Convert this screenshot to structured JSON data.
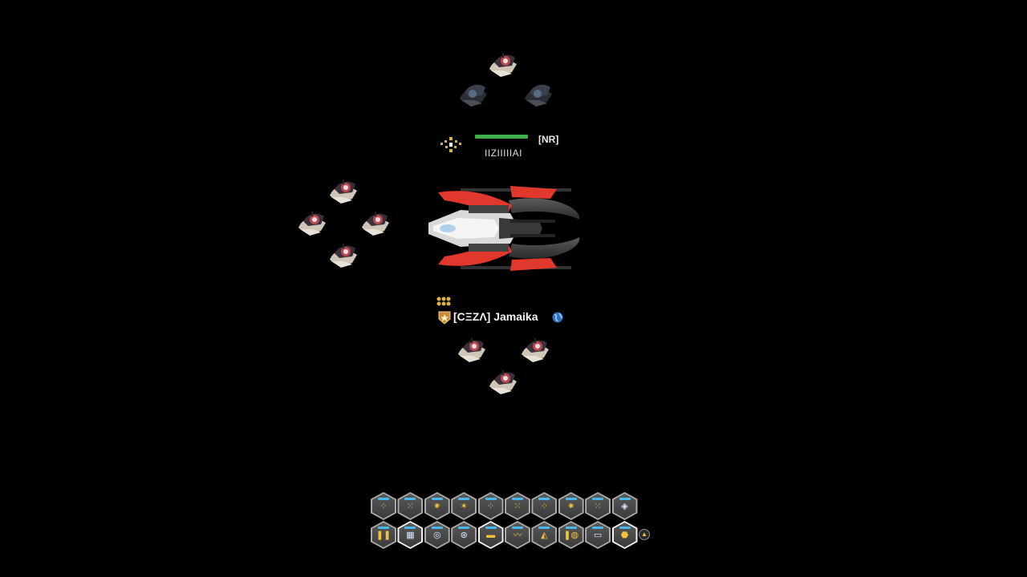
{
  "enemy": {
    "tag": "[NR]",
    "name": "IIZIIIIIAI",
    "hp_fraction": 1.0
  },
  "player": {
    "name": "[CΞZΛ] Jamaika"
  },
  "colors": {
    "hp": "#3fae49",
    "ammo_bar": "#49b7e8",
    "gold": "#f3c23a",
    "ship_red": "#e0382c"
  },
  "hotbar": {
    "row1": [
      {
        "icon": "laser-ammo-icon",
        "glyph": "⁘"
      },
      {
        "icon": "laser-ammo-icon",
        "glyph": "⁙"
      },
      {
        "icon": "laser-ammo-icon",
        "glyph": "✷"
      },
      {
        "icon": "laser-ammo-icon",
        "glyph": "✶"
      },
      {
        "icon": "laser-ammo-icon",
        "glyph": "⁘"
      },
      {
        "icon": "laser-ammo-icon",
        "glyph": "⁙"
      },
      {
        "icon": "laser-ammo-icon",
        "glyph": "⁘"
      },
      {
        "icon": "laser-ammo-icon",
        "glyph": "✷"
      },
      {
        "icon": "laser-ammo-icon",
        "glyph": "⁙"
      },
      {
        "icon": "rocket-ammo-icon",
        "glyph": "◈"
      }
    ],
    "row2": [
      {
        "icon": "extra-ammo-icon",
        "glyph": "❚❚",
        "selected": false
      },
      {
        "icon": "rocket-launcher-icon",
        "glyph": "▦",
        "selected": true
      },
      {
        "icon": "shield-icon",
        "glyph": "◎",
        "selected": false
      },
      {
        "icon": "cpu-icon",
        "glyph": "⊛",
        "selected": false
      },
      {
        "icon": "mine-icon",
        "glyph": "▬",
        "selected": true
      },
      {
        "icon": "emp-icon",
        "glyph": "〰",
        "selected": false
      },
      {
        "icon": "smartbomb-icon",
        "glyph": "◭",
        "selected": false
      },
      {
        "icon": "ammo-pack-icon",
        "glyph": "❚◍",
        "selected": false
      },
      {
        "icon": "rocket-pack-icon",
        "glyph": "▭",
        "selected": false
      },
      {
        "icon": "drone-formation-icon",
        "glyph": "⬣",
        "selected": true
      }
    ]
  }
}
